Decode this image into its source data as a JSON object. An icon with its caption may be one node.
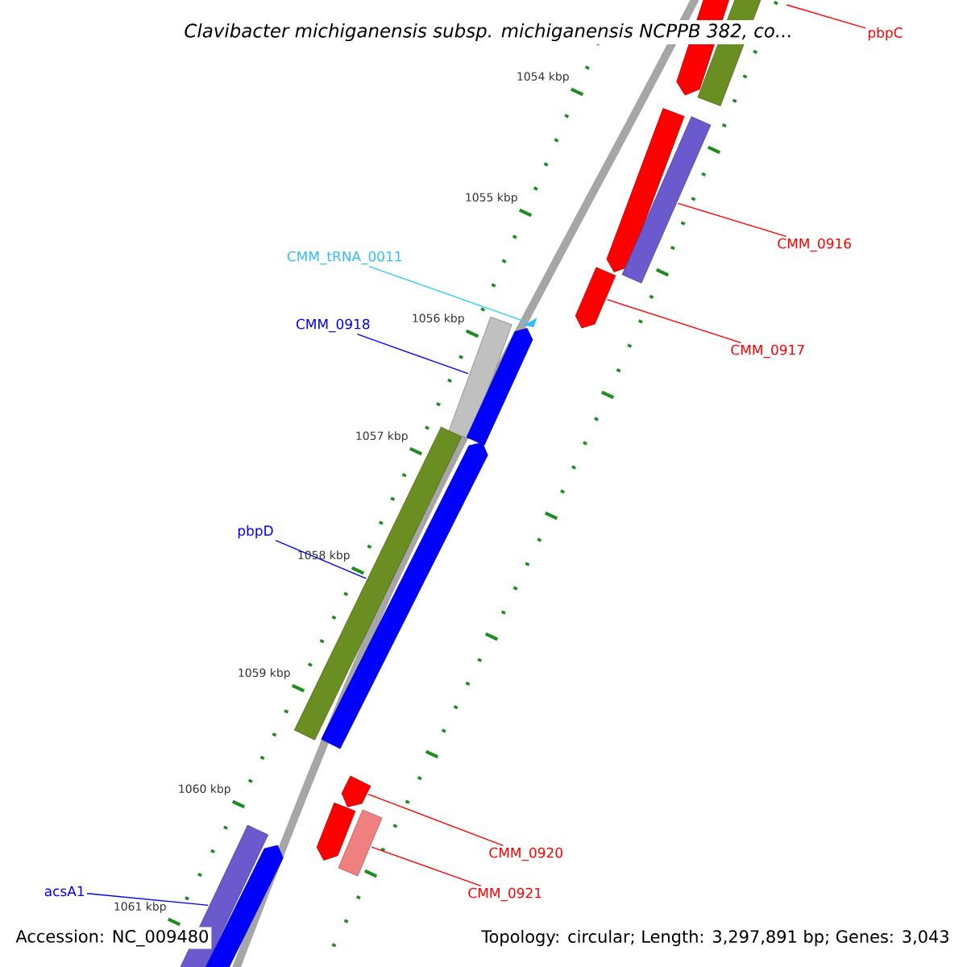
{
  "diagram": {
    "title": "Clavibacter michiganensis subsp. michiganensis NCPPB 382, co...",
    "nodes": [
      {
        "text": [
          "pbpC"
        ]
      },
      {
        "text": [
          "CMM_0916"
        ]
      },
      {
        "text": [
          "CMM_0917"
        ]
      },
      {
        "text": [
          "CMM_tRNA_0011"
        ]
      },
      {
        "text": [
          "CMM_0918"
        ]
      },
      {
        "text": [
          "pbpD"
        ]
      },
      {
        "text": [
          "CMM_0920"
        ]
      },
      {
        "text": [
          "CMM_0921"
        ]
      },
      {
        "text": [
          "acsA1"
        ]
      },
      {
        "text": [],
        "shape": "bar"
      },
      {
        "text": [],
        "shape": "bar"
      },
      {
        "text": [],
        "shape": "bar"
      },
      {
        "text": [],
        "shape": "bar"
      },
      {
        "text": [],
        "shape": "bar"
      },
      {
        "text": [],
        "shape": "triangle"
      },
      {
        "text": [],
        "shape": "bar"
      },
      {
        "text": [],
        "shape": "bar"
      },
      {
        "text": [],
        "shape": "bar"
      },
      {
        "text": [],
        "shape": "bar"
      },
      {
        "text": [],
        "shape": "bar"
      },
      {
        "text": [],
        "shape": "bar"
      },
      {
        "text": [],
        "shape": "bar"
      },
      {
        "text": [],
        "shape": "bar"
      },
      {
        "text": [],
        "shape": "bar"
      }
    ],
    "edges": [
      {
        "from": 0,
        "to": null,
        "arrow": "none"
      },
      {
        "from": 1,
        "to": 12,
        "arrow": "none"
      },
      {
        "from": 2,
        "to": 13,
        "arrow": "none"
      },
      {
        "from": 3,
        "to": 14,
        "arrow": "none",
        "color": "#33ccff"
      },
      {
        "from": 4,
        "to": 15,
        "arrow": "none",
        "color": "#0000ff"
      },
      {
        "from": 5,
        "to": 17,
        "arrow": "none",
        "color": "#0000ff"
      },
      {
        "from": 6,
        "to": 19,
        "arrow": "none"
      },
      {
        "from": 7,
        "to": 21,
        "arrow": "none"
      },
      {
        "from": 8,
        "to": 22,
        "arrow": "none",
        "color": "#0000ff"
      }
    ],
    "labels": [
      "1054 kbp",
      "1055 kbp",
      "1056 kbp",
      "1057 kbp",
      "1058 kbp",
      "1059 kbp",
      "1060 kbp",
      "1061 kbp",
      "Accession: NC_009480",
      "Topology: circular; Length: 3,297,891 bp; Genes: 3,043"
    ]
  }
}
